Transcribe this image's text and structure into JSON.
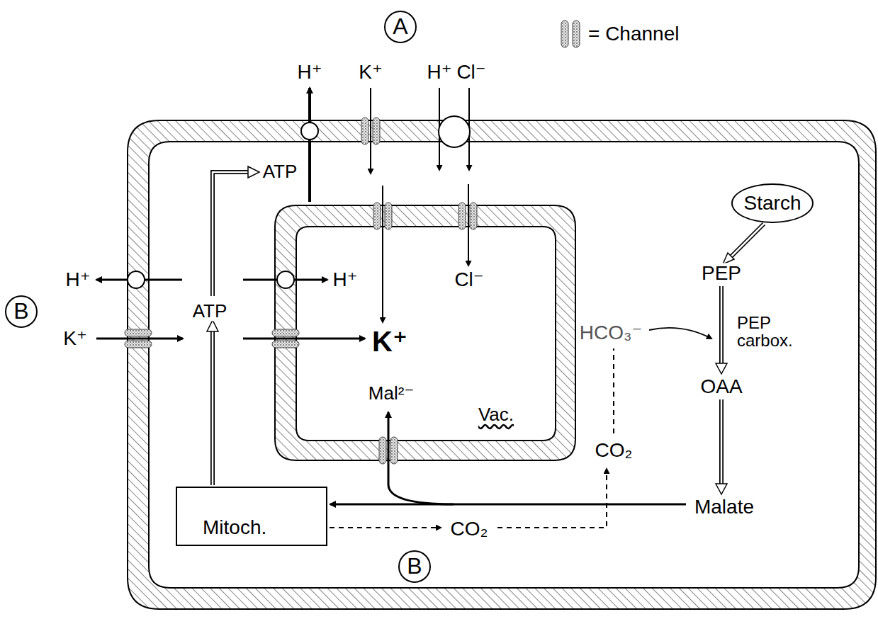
{
  "diagram": {
    "nodes": [
      {
        "text": [
          "A"
        ]
      },
      {
        "text": [
          "B"
        ]
      },
      {
        "text": [
          "Starch"
        ]
      },
      {
        "text": [
          "Vac."
        ]
      },
      {
        "text": [
          "Mitoch."
        ]
      },
      {
        "text": [
          "B"
        ]
      }
    ],
    "labels": [
      "H⁺",
      "K⁺",
      "H⁺",
      "Cl⁻",
      "ATP",
      "Cl⁻",
      "H⁺",
      "ATP",
      "H⁺",
      "K⁺",
      "K⁺",
      "Mal²⁻",
      "HCO₃⁻",
      "PEP",
      "PEP carbox.",
      "OAA",
      "Malate",
      "CO₂",
      "CO₂"
    ],
    "legend": [
      {
        "text": "= Channel"
      }
    ]
  }
}
